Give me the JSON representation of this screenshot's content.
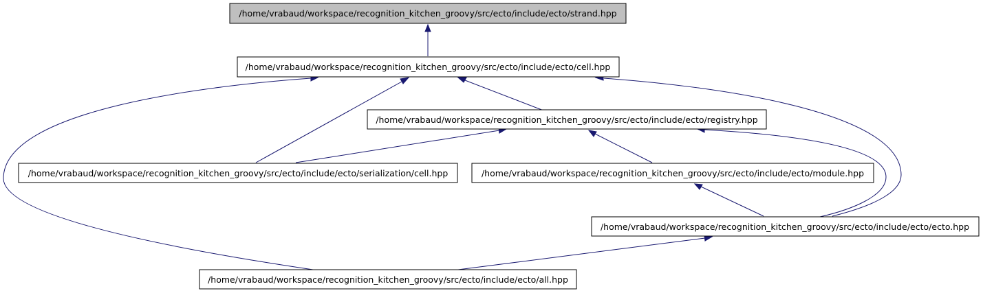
{
  "diagram": {
    "type": "include-dependency-graph",
    "nodes": [
      {
        "id": "strand",
        "label": "/home/vrabaud/workspace/recognition_kitchen_groovy/src/ecto/include/ecto/strand.hpp",
        "highlighted": true
      },
      {
        "id": "cell",
        "label": "/home/vrabaud/workspace/recognition_kitchen_groovy/src/ecto/include/ecto/cell.hpp"
      },
      {
        "id": "registry",
        "label": "/home/vrabaud/workspace/recognition_kitchen_groovy/src/ecto/include/ecto/registry.hpp"
      },
      {
        "id": "serialization_cell",
        "label": "/home/vrabaud/workspace/recognition_kitchen_groovy/src/ecto/include/ecto/serialization/cell.hpp"
      },
      {
        "id": "module",
        "label": "/home/vrabaud/workspace/recognition_kitchen_groovy/src/ecto/include/ecto/module.hpp"
      },
      {
        "id": "ecto",
        "label": "/home/vrabaud/workspace/recognition_kitchen_groovy/src/ecto/include/ecto/ecto.hpp"
      },
      {
        "id": "all",
        "label": "/home/vrabaud/workspace/recognition_kitchen_groovy/src/ecto/include/ecto/all.hpp"
      }
    ],
    "edges": [
      {
        "from": "cell",
        "to": "strand"
      },
      {
        "from": "registry",
        "to": "cell"
      },
      {
        "from": "serialization_cell",
        "to": "cell"
      },
      {
        "from": "all",
        "to": "cell"
      },
      {
        "from": "ecto",
        "to": "cell"
      },
      {
        "from": "serialization_cell",
        "to": "registry"
      },
      {
        "from": "module",
        "to": "registry"
      },
      {
        "from": "ecto",
        "to": "registry"
      },
      {
        "from": "ecto",
        "to": "module"
      },
      {
        "from": "all",
        "to": "ecto"
      }
    ],
    "colors": {
      "highlighted_fill": "#bfbfbf",
      "node_fill": "#ffffff",
      "border": "#000000",
      "edge": "#191970"
    }
  }
}
